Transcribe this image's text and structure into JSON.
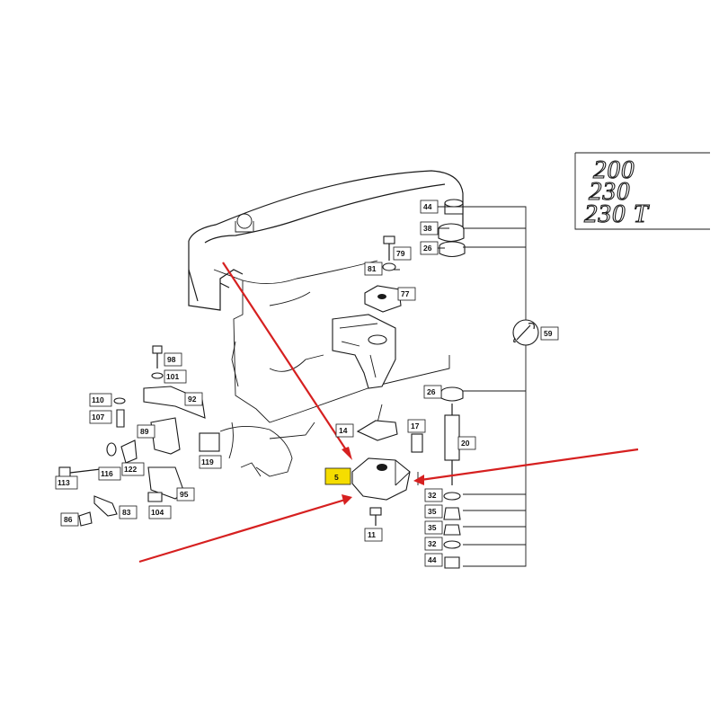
{
  "badges": [
    "200",
    "230",
    "230 T"
  ],
  "highlight_label": "5",
  "labels": {
    "p44a": "44",
    "p38": "38",
    "p26a": "26",
    "p79": "79",
    "p81": "81",
    "p77": "77",
    "p59": "59",
    "p26b": "26",
    "p14": "14",
    "p17": "17",
    "p20": "20",
    "p32a": "32",
    "p35a": "35",
    "p35b": "35",
    "p32b": "32",
    "p44b": "44",
    "p11": "11",
    "p98": "98",
    "p101": "101",
    "p110": "110",
    "p92": "92",
    "p107": "107",
    "p89": "89",
    "p119": "119",
    "p113": "113",
    "p116": "116",
    "p122": "122",
    "p95": "95",
    "p104": "104",
    "p86": "86",
    "p83": "83"
  },
  "colors": {
    "arrow": "#d62020",
    "highlight": "#f5dd00",
    "ink": "#1a1a1a"
  }
}
